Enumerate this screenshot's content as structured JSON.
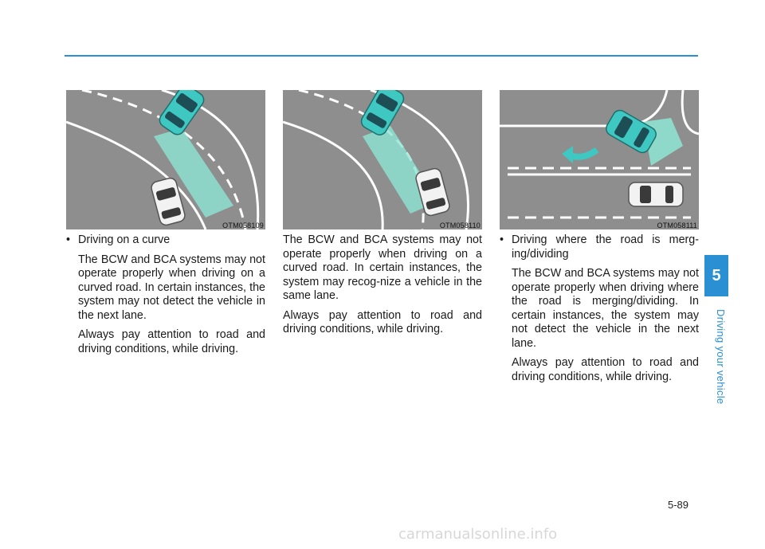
{
  "chapter": {
    "number": "5",
    "title": "Driving your vehicle"
  },
  "page_number": "5-89",
  "figures": [
    {
      "code": "OTM058109"
    },
    {
      "code": "OTM058110"
    },
    {
      "code": "OTM058111"
    }
  ],
  "columns": [
    {
      "bullet": "Driving on a curve",
      "paragraphs": [
        "The BCW and BCA systems may not operate properly when driving on a curved road. In certain instances, the system may not detect the vehicle in the next lane.",
        "Always pay attention to road and driving conditions, while driving."
      ]
    },
    {
      "paragraphs": [
        "The BCW and BCA systems may not operate properly when driving on a curved road. In certain instances, the system may recog-nize a vehicle in the same lane.",
        "Always pay attention to road and driving conditions, while driving."
      ]
    },
    {
      "bullet": "Driving where the road is merg-ing/dividing",
      "paragraphs": [
        "The BCW and BCA systems may not operate properly when driving where the road is merging/dividing. In certain instances, the system may not detect the vehicle in the next lane.",
        "Always pay attention to road and driving conditions, while driving."
      ]
    }
  ],
  "watermark": "carmanualsonline.info",
  "colors": {
    "accent": "#2b8fd3",
    "road": "#8c8c8c",
    "teal_car": "#3fc7c2",
    "sensor_zone": "#7fe0d0"
  }
}
